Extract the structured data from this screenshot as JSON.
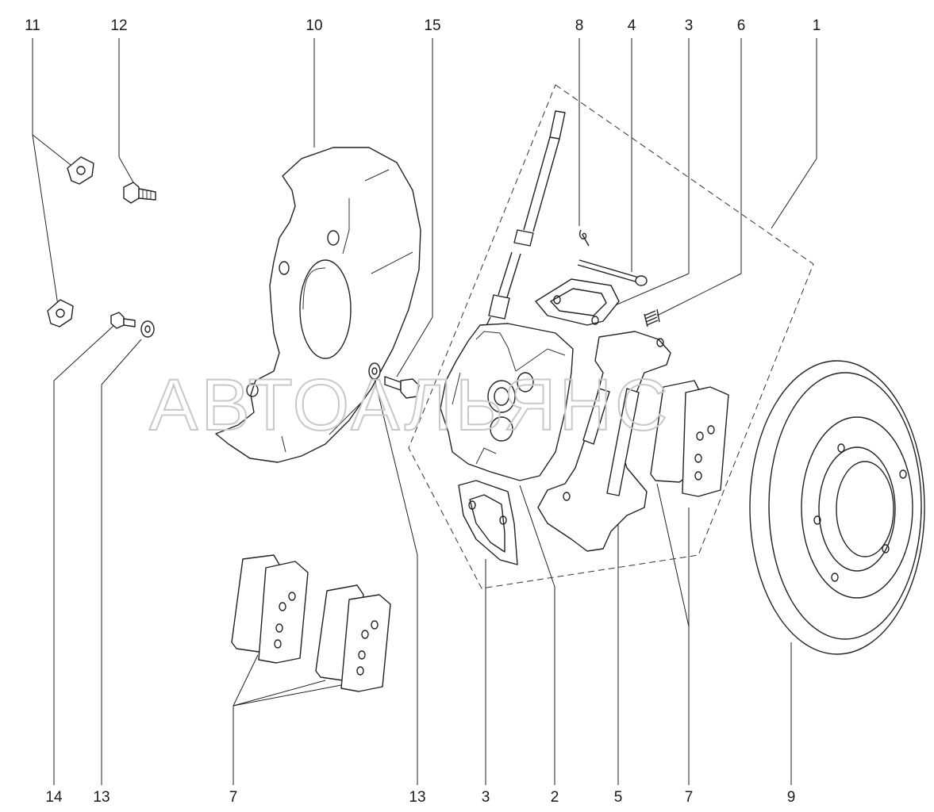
{
  "watermark": "АВТОАЛЬЯНС",
  "callouts": [
    {
      "id": "top-11",
      "text": "11"
    },
    {
      "id": "top-12",
      "text": "12"
    },
    {
      "id": "top-10",
      "text": "10"
    },
    {
      "id": "top-15",
      "text": "15"
    },
    {
      "id": "top-8",
      "text": "8"
    },
    {
      "id": "top-4",
      "text": "4"
    },
    {
      "id": "top-3",
      "text": "3"
    },
    {
      "id": "top-6",
      "text": "6"
    },
    {
      "id": "top-1",
      "text": "1"
    },
    {
      "id": "bot-14",
      "text": "14"
    },
    {
      "id": "bot-13a",
      "text": "13"
    },
    {
      "id": "bot-7a",
      "text": "7"
    },
    {
      "id": "bot-13b",
      "text": "13"
    },
    {
      "id": "bot-3",
      "text": "3"
    },
    {
      "id": "bot-2",
      "text": "2"
    },
    {
      "id": "bot-5",
      "text": "5"
    },
    {
      "id": "bot-7b",
      "text": "7"
    },
    {
      "id": "bot-9",
      "text": "9"
    }
  ]
}
